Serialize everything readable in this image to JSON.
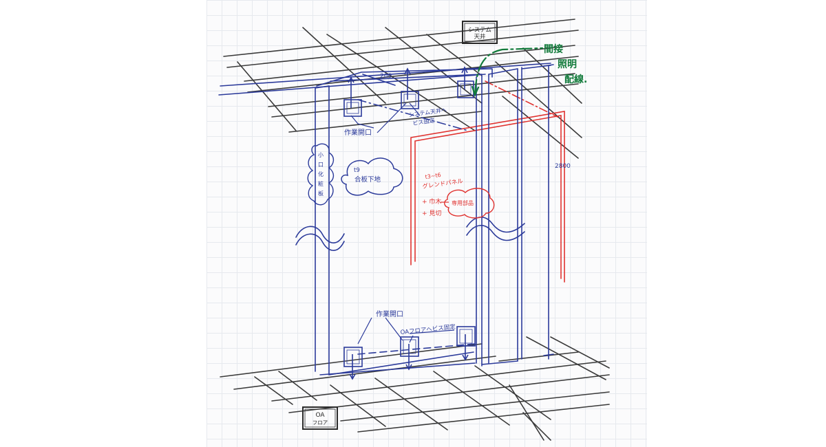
{
  "labels": {
    "system_ceiling": [
      "システム",
      "天井"
    ],
    "oa_floor": [
      "OA",
      "フロア"
    ],
    "work_opening_top": "作業開口",
    "work_opening_bottom": "作業開口",
    "dim_200": "200",
    "dim_2800": "2800",
    "screw_to_ceiling": [
      "システム天井へ",
      "ビス固定"
    ],
    "screw_to_floor": "OAフロアへビス固定",
    "t9_plywood": [
      "t9",
      "合板下地"
    ],
    "small_opening_plate": [
      "小",
      "口",
      "化",
      "粧",
      "板"
    ],
    "glass_panel": [
      "t3~t6",
      "グレンドパネル"
    ],
    "plus_joint": "+ 巾木",
    "dedicated_part": "専用部品",
    "plus_top": "+ 見切",
    "indirect_lighting": [
      "間接",
      "照明",
      "配線."
    ]
  },
  "colors": {
    "blue_ink": "#2b3a9a",
    "dark_ink": "#2a2a2a",
    "red_ink": "#e0322f",
    "green_ink": "#117a3a",
    "grid": "#e6e9ee"
  }
}
